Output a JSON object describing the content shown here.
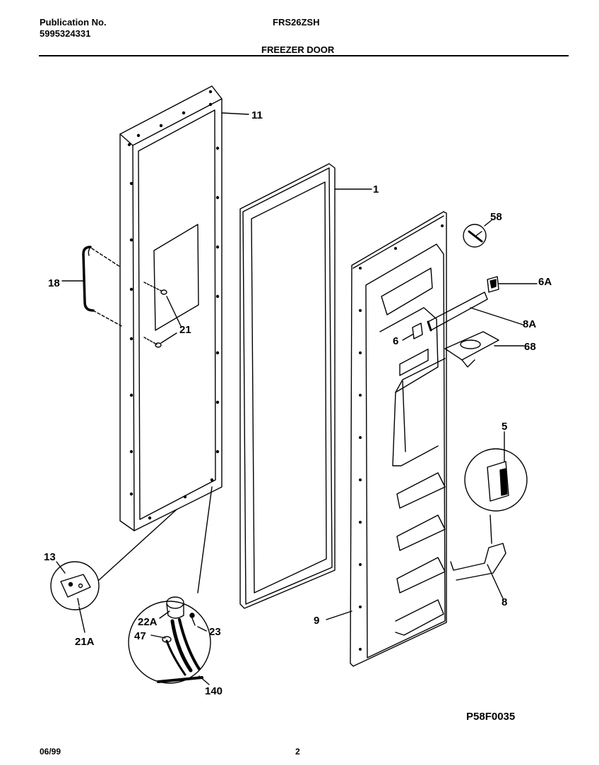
{
  "header": {
    "publication_label": "Publication No.",
    "publication_number": "5995324331",
    "model": "FRS26ZSH",
    "section_title": "FREEZER DOOR"
  },
  "footer": {
    "date": "06/99",
    "page": "2",
    "diagram_code": "P58F0035"
  },
  "callouts": {
    "c11": "11",
    "c1": "1",
    "c58": "58",
    "c6A": "6A",
    "c18": "18",
    "c21": "21",
    "c8A": "8A",
    "c6": "6",
    "c68": "68",
    "c5": "5",
    "c13": "13",
    "c21A": "21A",
    "c22A": "22A",
    "c47": "47",
    "c23": "23",
    "c140": "140",
    "c9": "9",
    "c8": "8"
  }
}
